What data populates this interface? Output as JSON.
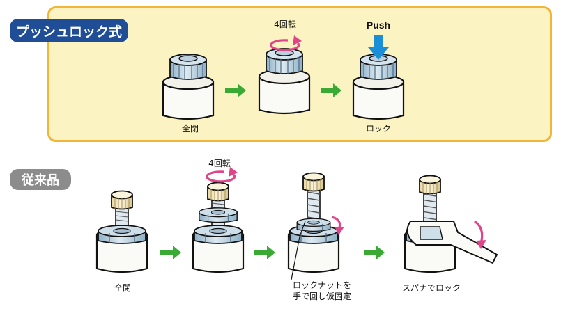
{
  "push_lock": {
    "title": "プッシュロック式",
    "rotate_label": "4回転",
    "push_label": "Push",
    "step1_label": "全閉",
    "step3_label": "ロック"
  },
  "conventional": {
    "title": "従来品",
    "rotate_label": "4回転",
    "step1_label": "全閉",
    "callout_line1": "ロックナットを",
    "callout_line2": "手で回し仮固定",
    "step4_label": "スパナでロック"
  },
  "colors": {
    "panel_bg": "#fcf3c2",
    "panel_border": "#f1b53a",
    "title_blue": "#1f4e96",
    "title_gray": "#8c8c8c",
    "step_arrow": "#3aaa35",
    "push_arrow": "#1a8fd8",
    "rotate_arrow": "#e0458a",
    "metal": "#b9cedd"
  }
}
